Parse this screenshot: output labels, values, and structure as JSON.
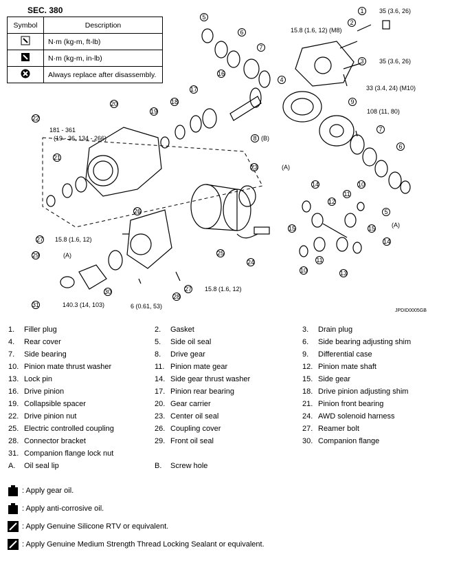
{
  "section": "SEC. 380",
  "symbol_table": {
    "headers": [
      "Symbol",
      "Description"
    ],
    "rows": [
      {
        "icon": "torque-wrench-icon",
        "description": "N·m (kg-m, ft-lb)"
      },
      {
        "icon": "torque-wrench-filled-icon",
        "description": "N·m (kg-m, in-lb)"
      },
      {
        "icon": "replace-x-icon",
        "description": "Always replace after disassembly."
      }
    ]
  },
  "callouts": [
    {
      "n": "1",
      "t": "35 (3.6, 26)"
    },
    {
      "n": "3",
      "t": "35 (3.6, 26)"
    },
    {
      "n": "",
      "t": "15.8 (1.6, 12) (M8)"
    },
    {
      "n": "",
      "t": "33 (3.4, 24) (M10)"
    },
    {
      "n": "9",
      "t": "108 (11, 80)"
    },
    {
      "n": "22",
      "t": "181 - 361"
    },
    {
      "n": "",
      "t": "(19 - 36, 134 - 266)"
    },
    {
      "n": "27",
      "t": "15.8 (1.6, 12)"
    },
    {
      "n": "27",
      "t": "15.8 (1.6, 12)"
    },
    {
      "n": "31",
      "t": "140.3 (14, 103)"
    },
    {
      "n": "",
      "t": "6 (0.61, 53)"
    },
    {
      "n": "8",
      "t": "(B)"
    },
    {
      "n": "5",
      "t": "(A)"
    },
    {
      "n": "23",
      "t": "(A)"
    },
    {
      "n": "29",
      "t": "(A)"
    }
  ],
  "diagram_code": "JPDID0005GB",
  "parts": [
    {
      "num": "1.",
      "name": "Filler plug"
    },
    {
      "num": "2.",
      "name": "Gasket"
    },
    {
      "num": "3.",
      "name": "Drain plug"
    },
    {
      "num": "4.",
      "name": "Rear cover"
    },
    {
      "num": "5.",
      "name": "Side oil seal"
    },
    {
      "num": "6.",
      "name": "Side bearing adjusting shim"
    },
    {
      "num": "7.",
      "name": "Side bearing"
    },
    {
      "num": "8.",
      "name": "Drive gear"
    },
    {
      "num": "9.",
      "name": "Differential case"
    },
    {
      "num": "10.",
      "name": "Pinion mate thrust washer"
    },
    {
      "num": "11.",
      "name": "Pinion mate gear"
    },
    {
      "num": "12.",
      "name": "Pinion mate shaft"
    },
    {
      "num": "13.",
      "name": "Lock pin"
    },
    {
      "num": "14.",
      "name": "Side gear thrust washer"
    },
    {
      "num": "15.",
      "name": "Side gear"
    },
    {
      "num": "16.",
      "name": "Drive pinion"
    },
    {
      "num": "17.",
      "name": "Pinion rear bearing"
    },
    {
      "num": "18.",
      "name": "Drive pinion adjusting shim"
    },
    {
      "num": "19.",
      "name": "Collapsible spacer"
    },
    {
      "num": "20.",
      "name": "Gear carrier"
    },
    {
      "num": "21.",
      "name": "Pinion front bearing"
    },
    {
      "num": "22.",
      "name": "Drive pinion nut"
    },
    {
      "num": "23.",
      "name": "Center oil seal"
    },
    {
      "num": "24.",
      "name": "AWD solenoid harness"
    },
    {
      "num": "25.",
      "name": "Electric controlled coupling"
    },
    {
      "num": "26.",
      "name": "Coupling cover"
    },
    {
      "num": "27.",
      "name": "Reamer bolt"
    },
    {
      "num": "28.",
      "name": "Connector bracket"
    },
    {
      "num": "29.",
      "name": "Front oil seal"
    },
    {
      "num": "30.",
      "name": "Companion flange"
    },
    {
      "num": "31.",
      "name": "Companion flange lock nut"
    },
    {
      "num": "A.",
      "name": "Oil seal lip"
    },
    {
      "num": "B.",
      "name": "Screw hole"
    }
  ],
  "legend": [
    {
      "icon": "gear-oil-icon",
      "text": ": Apply gear oil."
    },
    {
      "icon": "gear-oil-star-icon",
      "text": ": Apply anti-corrosive oil."
    },
    {
      "icon": "rtv-icon",
      "text": ": Apply Genuine Silicone RTV or equivalent."
    },
    {
      "icon": "thread-lock-icon",
      "text": ": Apply Genuine Medium Strength Thread Locking Sealant or equivalent."
    }
  ]
}
